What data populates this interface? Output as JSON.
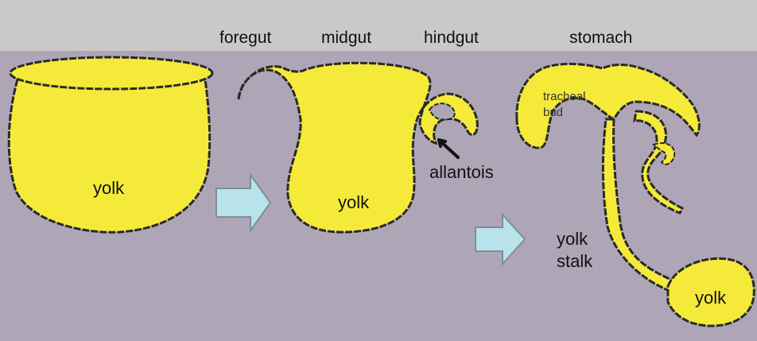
{
  "labels": {
    "foregut": "foregut",
    "midgut": "midgut",
    "hindgut": "hindgut",
    "stomach": "stomach",
    "yolk_1": "yolk",
    "yolk_2": "yolk",
    "yolk_3": "yolk",
    "allantois": "allantois",
    "tracheal": "tracheal",
    "bud": "bud",
    "yolk_stalk_1": "yolk",
    "yolk_stalk_2": "stalk"
  },
  "colors": {
    "yolk_fill": "#f5ea3a",
    "outline": "#2a2a2a",
    "arrow_fill": "#b9e3ea",
    "arrow_stroke": "#7b8f96",
    "background": "#aea6b7",
    "top_band": "#c9c9c9"
  }
}
